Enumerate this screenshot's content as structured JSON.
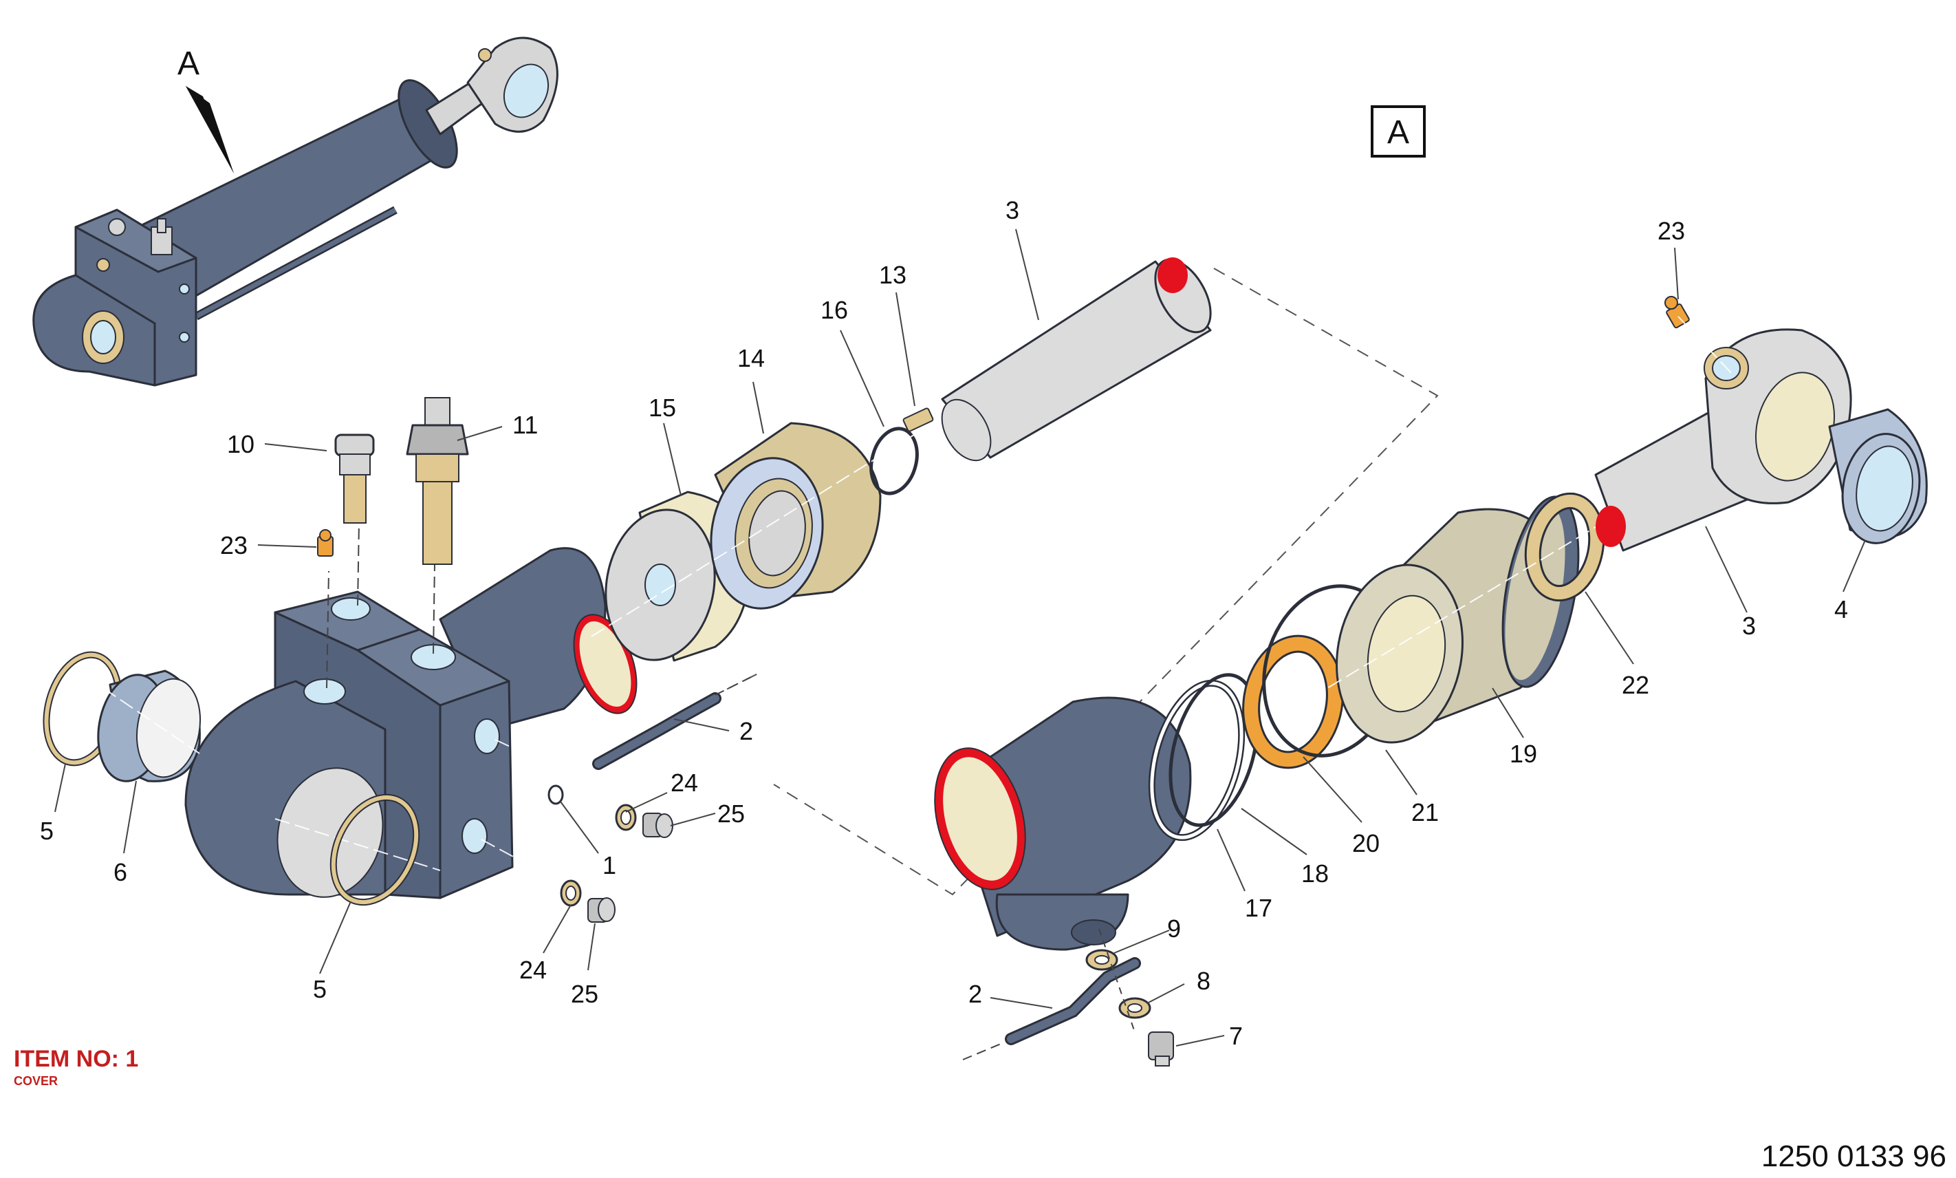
{
  "colors": {
    "slate": "#5d6b85",
    "slate_dark": "#4a566d",
    "rod_grey": "#d6d6d6",
    "cream": "#efe9c8",
    "tan": "#d9c99a",
    "orange": "#f0a23a",
    "blue_light": "#cfe8f5",
    "red": "#e3121e",
    "ring_blue": "#9eb0c8",
    "brass": "#e0c890"
  },
  "view_marker": {
    "arrow_label": "A",
    "view_box_label": "A"
  },
  "callouts": [
    {
      "id": "c10",
      "label": "10"
    },
    {
      "id": "c11",
      "label": "11"
    },
    {
      "id": "c23a",
      "label": "23"
    },
    {
      "id": "c15",
      "label": "15"
    },
    {
      "id": "c14",
      "label": "14"
    },
    {
      "id": "c16",
      "label": "16"
    },
    {
      "id": "c13",
      "label": "13"
    },
    {
      "id": "c3a",
      "label": "3"
    },
    {
      "id": "c23b",
      "label": "23"
    },
    {
      "id": "c2a",
      "label": "2"
    },
    {
      "id": "c24a",
      "label": "24"
    },
    {
      "id": "c25a",
      "label": "25"
    },
    {
      "id": "c1",
      "label": "1"
    },
    {
      "id": "c5a",
      "label": "5"
    },
    {
      "id": "c6",
      "label": "6"
    },
    {
      "id": "c5b",
      "label": "5"
    },
    {
      "id": "c24b",
      "label": "24"
    },
    {
      "id": "c25b",
      "label": "25"
    },
    {
      "id": "c3b",
      "label": "3"
    },
    {
      "id": "c4",
      "label": "4"
    },
    {
      "id": "c22",
      "label": "22"
    },
    {
      "id": "c19",
      "label": "19"
    },
    {
      "id": "c21",
      "label": "21"
    },
    {
      "id": "c20",
      "label": "20"
    },
    {
      "id": "c18",
      "label": "18"
    },
    {
      "id": "c17",
      "label": "17"
    },
    {
      "id": "c9",
      "label": "9"
    },
    {
      "id": "c8",
      "label": "8"
    },
    {
      "id": "c2b",
      "label": "2"
    },
    {
      "id": "c7",
      "label": "7"
    }
  ],
  "item_info": {
    "title": "ITEM NO: 1",
    "subtitle": "COVER"
  },
  "drawing_number": "1250 0133 96"
}
